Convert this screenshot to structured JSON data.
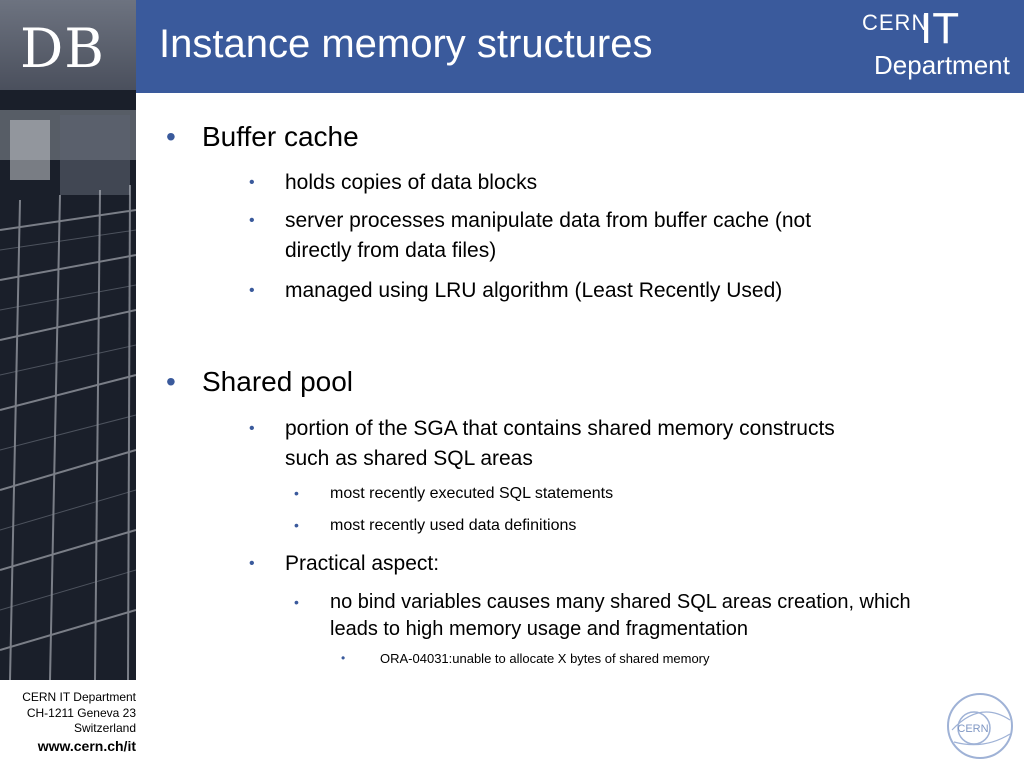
{
  "slide": {
    "title": "Instance memory structures"
  },
  "branding": {
    "db_logo": "DB",
    "cern_word": "CERN",
    "it_word": "IT",
    "department_word": "Department",
    "emblem_text": "CERN"
  },
  "footer": {
    "line1": "CERN IT Department",
    "line2": "CH-1211 Geneva 23",
    "line3": "Switzerland",
    "url": "www.cern.ch/it"
  },
  "content": {
    "buffer_cache": {
      "heading": "Buffer cache",
      "items": [
        "holds copies of data blocks",
        "server processes manipulate data from buffer cache (not",
        "directly from data files)",
        "managed using LRU algorithm (Least Recently Used)"
      ]
    },
    "shared_pool": {
      "heading": "Shared pool",
      "item1_line1": "portion of the SGA that contains shared memory constructs",
      "item1_line2": "such as shared SQL areas",
      "sub1": "most recently executed SQL statements",
      "sub2": "most recently used data definitions",
      "practical": "Practical aspect:",
      "practical_sub_line1": "no bind variables causes many shared SQL areas creation, which",
      "practical_sub_line2": "leads to high memory usage and fragmentation",
      "error_note": "ORA-04031:unable to allocate X bytes of shared memory"
    }
  },
  "colors": {
    "header_blue": "#3a5a9c",
    "bullet_blue": "#3a5a9c"
  }
}
